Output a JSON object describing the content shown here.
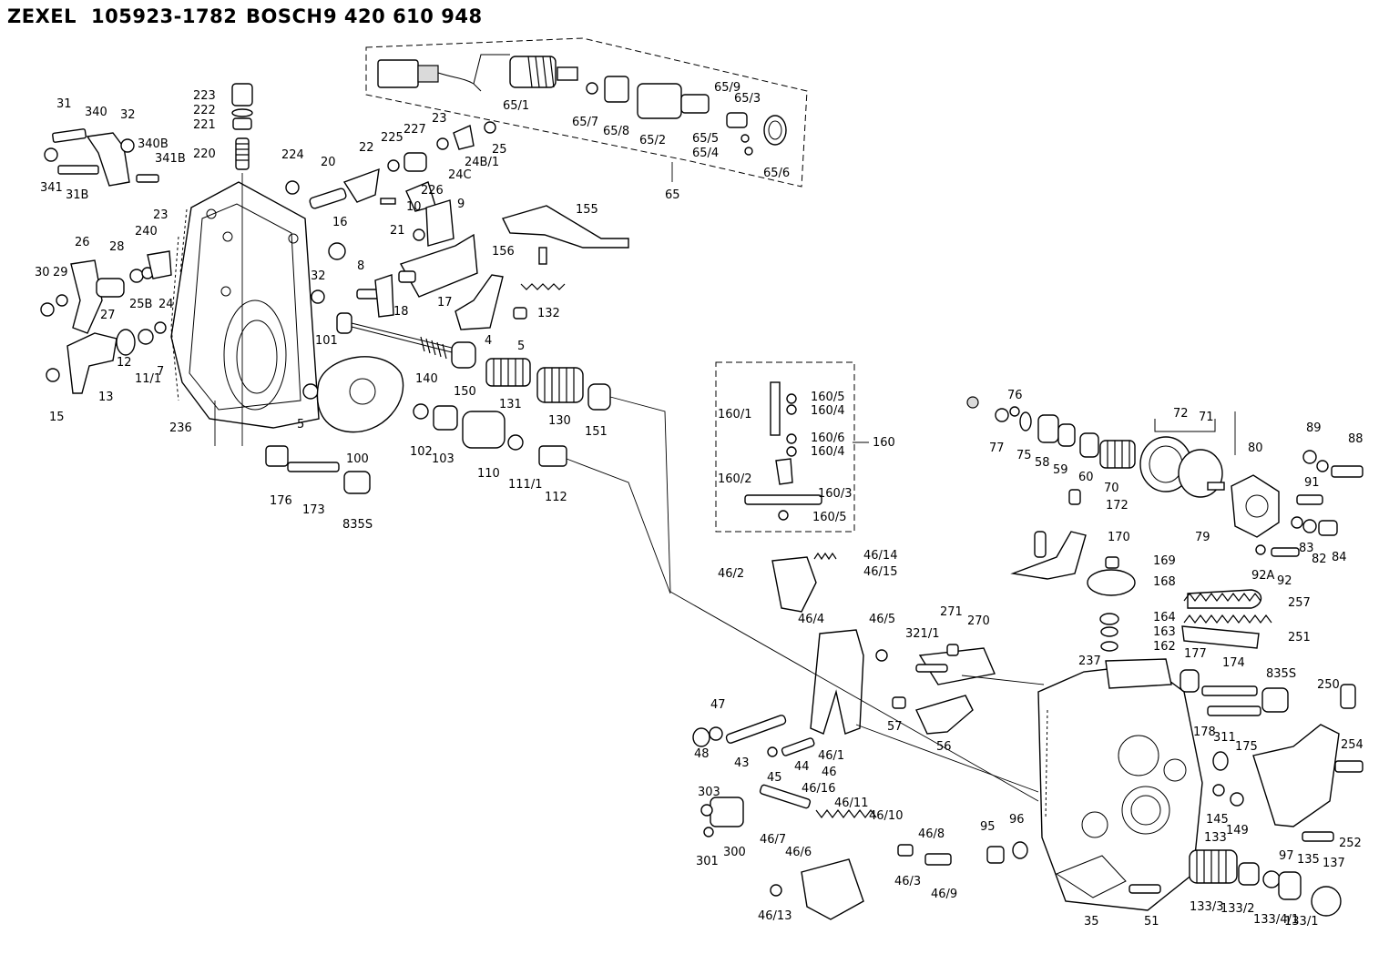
{
  "header": {
    "brand_a": "ZEXEL",
    "part_a": "105923-1782",
    "brand_b": "BOSCH",
    "part_b": "9 420 610 948"
  },
  "labels": {
    "l31": "31",
    "l340": "340",
    "l32a": "32",
    "l340b": "340B",
    "l341b": "341B",
    "l341": "341",
    "l31b": "31B",
    "l223": "223",
    "l222": "222",
    "l221": "221",
    "l220": "220",
    "l224": "224",
    "l20": "20",
    "l22": "22",
    "l225": "225",
    "l227": "227",
    "l23a": "23",
    "l25": "25",
    "l24b1": "24B/1",
    "l24c": "24C",
    "l226": "226",
    "l9": "9",
    "l10": "10",
    "l21": "21",
    "l16": "16",
    "l23b": "23",
    "l240": "240",
    "l26": "26",
    "l28": "28",
    "l30": "30",
    "l29": "29",
    "l25b": "25B",
    "l24": "24",
    "l32b": "32",
    "l8": "8",
    "l18": "18",
    "l17": "17",
    "l27": "27",
    "l13": "13",
    "l12": "12",
    "l111a": "11/1",
    "l7": "7",
    "l101": "101",
    "l15": "15",
    "l236": "236",
    "l5a": "5",
    "l140": "140",
    "l150": "150",
    "l131": "131",
    "l130": "130",
    "l151": "151",
    "l100": "100",
    "l102": "102",
    "l103": "103",
    "l110": "110",
    "l111b": "111/1",
    "l112": "112",
    "l176": "176",
    "l173": "173",
    "l835s": "835S",
    "l155": "155",
    "l156": "156",
    "l132": "132",
    "l4": "4",
    "l5b": "5",
    "l65_1": "65/1",
    "l65_7": "65/7",
    "l65_8": "65/8",
    "l65_2": "65/2",
    "l65_9": "65/9",
    "l65_3": "65/3",
    "l65_5": "65/5",
    "l65_4": "65/4",
    "l65_6": "65/6",
    "l65": "65",
    "l160_5a": "160/5",
    "l160_4a": "160/4",
    "l160_1": "160/1",
    "l160_6": "160/6",
    "l160_4b": "160/4",
    "l160": "160",
    "l160_2": "160/2",
    "l160_3": "160/3",
    "l160_5b": "160/5",
    "l46_14": "46/14",
    "l46_2": "46/2",
    "l46_15": "46/15",
    "l46_4": "46/4",
    "l46_5": "46/5",
    "l47": "47",
    "l48": "48",
    "l43": "43",
    "l45": "45",
    "l44": "44",
    "l46_1": "46/1",
    "l46": "46",
    "l303": "303",
    "l301": "301",
    "l300": "300",
    "l46_16": "46/16",
    "l46_11": "46/11",
    "l46_10": "46/10",
    "l46_7": "46/7",
    "l46_8": "46/8",
    "l46_6": "46/6",
    "l46_3": "46/3",
    "l46_9": "46/9",
    "l46_13": "46/13",
    "l271": "271",
    "l270": "270",
    "l321_1": "321/1",
    "l57": "57",
    "l56": "56",
    "l76": "76",
    "l77": "77",
    "l75": "75",
    "l58": "58",
    "l59": "59",
    "l60": "60",
    "l70": "70",
    "l72": "72",
    "l71": "71",
    "l79": "79",
    "l80": "80",
    "l89": "89",
    "l88": "88",
    "l91": "91",
    "l83": "83",
    "l82": "82",
    "l84": "84",
    "l92a": "92A",
    "l92": "92",
    "l172": "172",
    "l170": "170",
    "l169": "169",
    "l168": "168",
    "l257": "257",
    "l164": "164",
    "l163": "163",
    "l162": "162",
    "l251": "251",
    "l237": "237",
    "l177": "177",
    "l174": "174",
    "l835s_b": "835S",
    "l250": "250",
    "l178": "178",
    "l311": "311",
    "l175": "175",
    "l254": "254",
    "l145": "145",
    "l149": "149",
    "l252": "252",
    "l97": "97",
    "l95": "95",
    "l96": "96",
    "l133": "133",
    "l135": "135",
    "l137": "137",
    "l35": "35",
    "l51": "51",
    "l133_3": "133/3",
    "l133_2": "133/2",
    "l133_4_1": "133/4/1",
    "l133_1": "133/1"
  }
}
